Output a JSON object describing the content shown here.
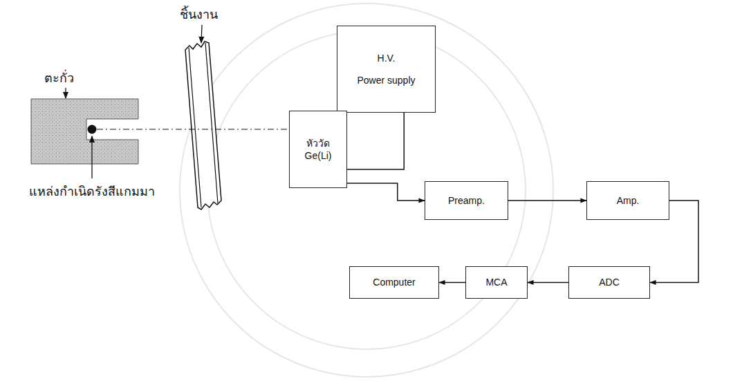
{
  "diagram": {
    "nodes": [
      {
        "text": [
          "H.V.",
          "Power supply"
        ]
      },
      {
        "text": [
          "หัววัด Ge(Li)"
        ]
      },
      {
        "text": [
          "Preamp."
        ]
      },
      {
        "text": [
          "Amp."
        ]
      },
      {
        "text": [
          "Computer"
        ]
      },
      {
        "text": [
          "MCA"
        ]
      },
      {
        "text": [
          "ADC"
        ]
      }
    ],
    "edges": [
      {
        "from": 0,
        "to": 1,
        "arrow": "none"
      },
      {
        "from": 1,
        "to": 2,
        "arrow": "to"
      },
      {
        "from": 2,
        "to": 3,
        "arrow": "to"
      },
      {
        "from": 3,
        "to": 6,
        "arrow": "to"
      },
      {
        "from": 6,
        "to": 5,
        "arrow": "to"
      },
      {
        "from": 5,
        "to": 4,
        "arrow": "to"
      }
    ],
    "labels": [
      "ตะกั่ว",
      "ชิ้นงาน",
      "แหล่งกำเนิดรังสีแกมมา"
    ]
  }
}
